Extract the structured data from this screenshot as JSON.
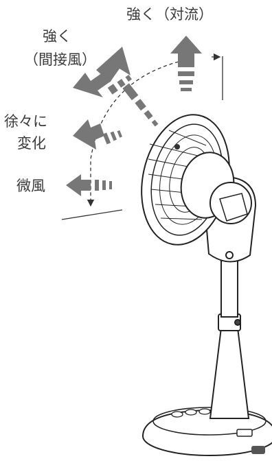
{
  "labels": {
    "top": "強く（対流）",
    "strong_line1": "強く",
    "strong_line2": "（間接風）",
    "gradual_line1": "徐々に",
    "gradual_line2": "変化",
    "weak": "微風"
  },
  "colors": {
    "arrow": "#777777",
    "stroke": "#333333",
    "text": "#3a3a3a"
  },
  "icons": [
    "circulator-fan",
    "airflow-arrow",
    "angle-arc"
  ]
}
